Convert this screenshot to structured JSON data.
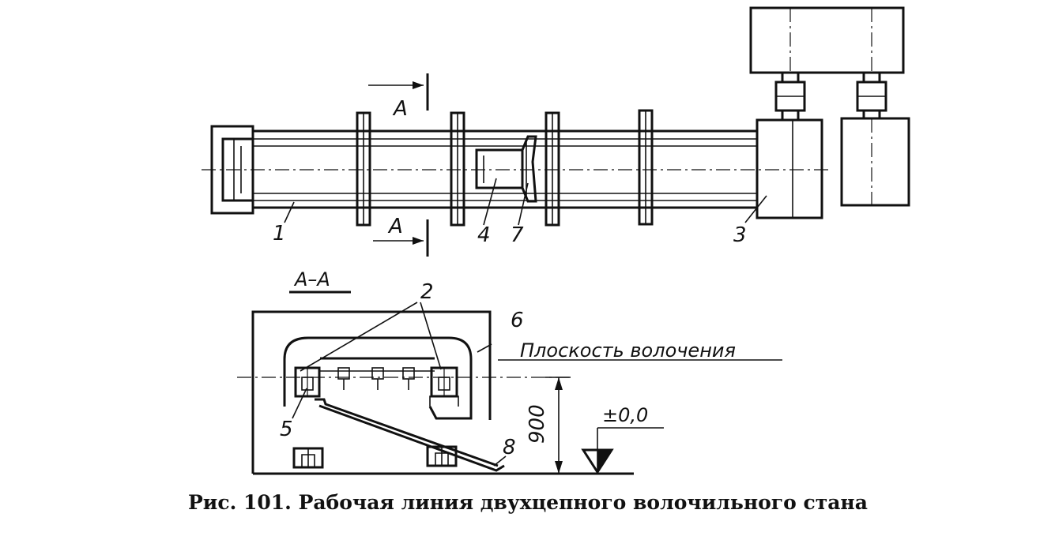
{
  "labels": {
    "part_1": "1",
    "part_2": "2",
    "part_3": "3",
    "part_4": "4",
    "part_5": "5",
    "part_6": "6",
    "part_7": "7",
    "part_8": "8",
    "section_arrow_top": "A",
    "section_arrow_bottom": "A",
    "section_title": "A–A",
    "drawing_plane": "Плоскость волочения",
    "dimension_height": "900",
    "level_mark": "±0,0"
  },
  "caption": "Рис. 101. Рабочая линия двухцепного волочильного стана"
}
